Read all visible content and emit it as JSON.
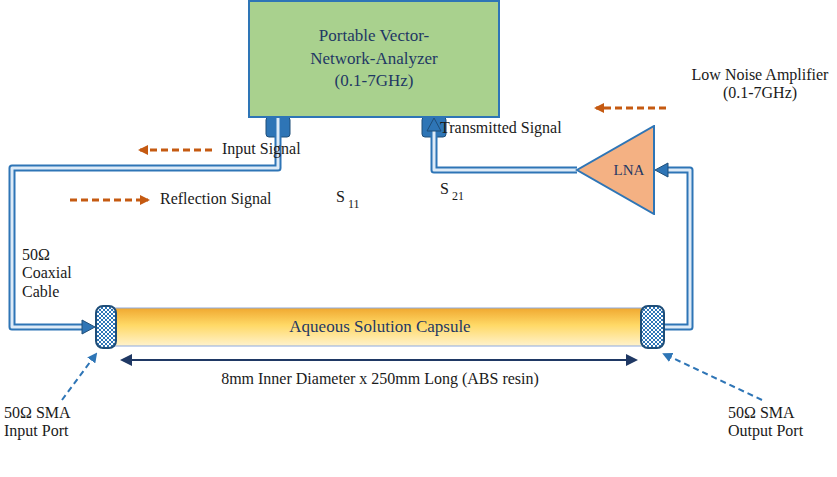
{
  "diagram": {
    "nodes": [
      {
        "text": [
          "Portable Vector- Network-Analyzer (0.1-7GHz)"
        ]
      },
      {
        "text": [
          "Aqueous Solution Capsule"
        ]
      },
      {
        "text": [
          "LNA"
        ]
      }
    ],
    "edges": [
      {
        "from": 0,
        "to": 1,
        "arrow": "to"
      },
      {
        "from": 1,
        "to": 2,
        "arrow": "to"
      },
      {
        "from": 2,
        "to": 0,
        "arrow": "to"
      }
    ],
    "labels": [
      "Input Signal",
      "Reflection Signal",
      "S",
      "11",
      "Transmitted Signal",
      "S",
      "21",
      "50Ω Coaxial Cable",
      "50Ω SMA Input Port",
      "8mm Inner Diameter x 250mm Long (ABS resin)",
      "50Ω SMA Output Port",
      "Low Noise Amplifier (0.1-7GHz)"
    ]
  }
}
